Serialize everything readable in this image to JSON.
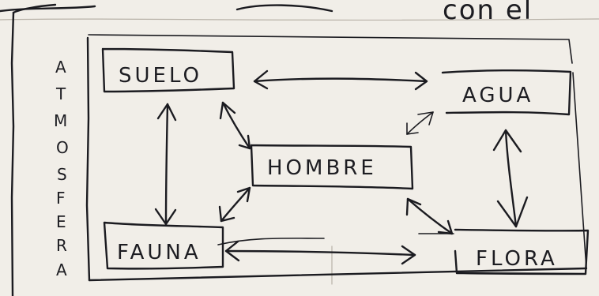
{
  "diagram": {
    "side_label": "ATMOSFERA",
    "nodes": {
      "suelo": "SUELO",
      "agua": "AGUA",
      "hombre": "HOMBRE",
      "fauna": "FAUNA",
      "flora": "FLORA"
    },
    "top_text_fragment": "con el",
    "colors": {
      "ink": "#1b1b20",
      "paper": "#f1eee8"
    }
  }
}
